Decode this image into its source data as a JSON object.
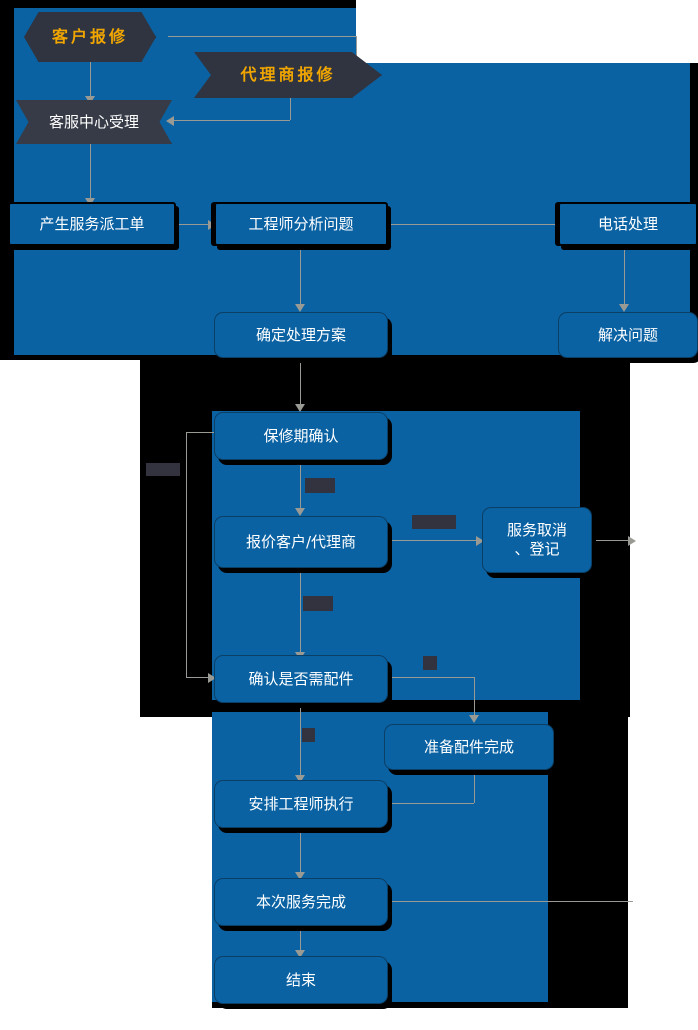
{
  "diagram": {
    "title": "客户服务报修流程图",
    "colors": {
      "panel_blue": "#0a62a3",
      "panel_black": "#000000",
      "node_blue": "#0a62a3",
      "node_dark": "#363b47",
      "accent_gold": "#f0a500",
      "connector_gray": "#9a9a94",
      "text_white": "#ffffff"
    },
    "nodes": [
      {
        "id": "n1",
        "label": "客户报修",
        "shape": "hexagon"
      },
      {
        "id": "n2",
        "label": "代理商报修",
        "shape": "pennant"
      },
      {
        "id": "n3",
        "label": "客服中心受理",
        "shape": "flag"
      },
      {
        "id": "n4",
        "label": "产生服务派工单",
        "shape": "document"
      },
      {
        "id": "n5",
        "label": "工程师分析问题",
        "shape": "document"
      },
      {
        "id": "n6",
        "label": "电话处理",
        "shape": "document"
      },
      {
        "id": "n7",
        "label": "确定处理方案",
        "shape": "process"
      },
      {
        "id": "n8",
        "label": "解决问题",
        "shape": "process"
      },
      {
        "id": "n9",
        "label": "保修期确认",
        "shape": "process"
      },
      {
        "id": "n10",
        "label": "报价客户/代理商",
        "shape": "process"
      },
      {
        "id": "n11",
        "label": "服务取消\n、登记",
        "shape": "process"
      },
      {
        "id": "n12",
        "label": "确认是否需配件",
        "shape": "process"
      },
      {
        "id": "n13",
        "label": "准备配件完成",
        "shape": "process"
      },
      {
        "id": "n14",
        "label": "安排工程师执行",
        "shape": "process"
      },
      {
        "id": "n15",
        "label": "本次服务完成",
        "shape": "process"
      },
      {
        "id": "n16",
        "label": "结束",
        "shape": "process"
      }
    ],
    "edge_labels": [
      {
        "id": "L1",
        "text": "",
        "note": "redacted-chip"
      },
      {
        "id": "L2",
        "text": "",
        "note": "redacted-chip"
      },
      {
        "id": "L3",
        "text": "",
        "note": "redacted-chip"
      },
      {
        "id": "L4",
        "text": "",
        "note": "redacted-chip"
      },
      {
        "id": "L5",
        "text": "",
        "note": "redacted-chip"
      },
      {
        "id": "L6",
        "text": "",
        "note": "redacted-chip"
      }
    ],
    "labels": {
      "n1": "客户报修",
      "n2": "代理商报修",
      "n3": "客服中心受理",
      "n4": "产生服务派工单",
      "n5": "工程师分析问题",
      "n6": "电话处理",
      "n7": "确定处理方案",
      "n8": "解决问题",
      "n9": "保修期确认",
      "n10": "报价客户/代理商",
      "n11_line1": "服务取消",
      "n11_line2": "、登记",
      "n12": "确认是否需配件",
      "n13": "准备配件完成",
      "n14": "安排工程师执行",
      "n15": "本次服务完成",
      "n16": "结束"
    }
  }
}
